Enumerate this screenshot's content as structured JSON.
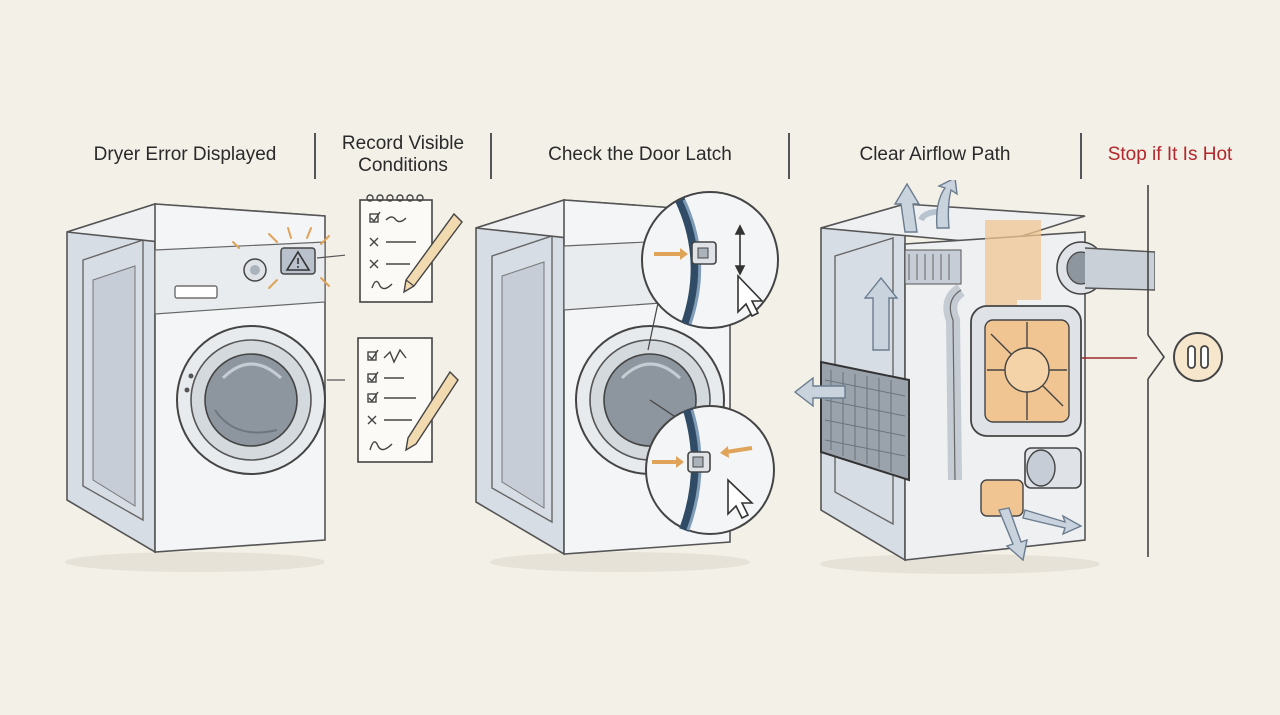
{
  "steps": [
    {
      "id": "dryer-error",
      "label": "Dryer Error Displayed"
    },
    {
      "id": "record-conditions",
      "label": "Record Visible\nConditions"
    },
    {
      "id": "door-latch",
      "label": "Check the Door Latch"
    },
    {
      "id": "airflow",
      "label": "Clear Airflow Path"
    },
    {
      "id": "stop-hot",
      "label": "Stop if It Is Hot"
    }
  ],
  "icons": {
    "warning": "warning-triangle-icon",
    "notepad": "notepad-icon",
    "checklist": "checklist-icon",
    "pencil": "pencil-icon",
    "cursor": "cursor-arrow-icon",
    "pause": "pause-icon"
  },
  "colors": {
    "accent": "#e0a35a",
    "warning_text": "#b3262b",
    "line": "#5a5a5a",
    "metal": "#c9d0d8"
  }
}
